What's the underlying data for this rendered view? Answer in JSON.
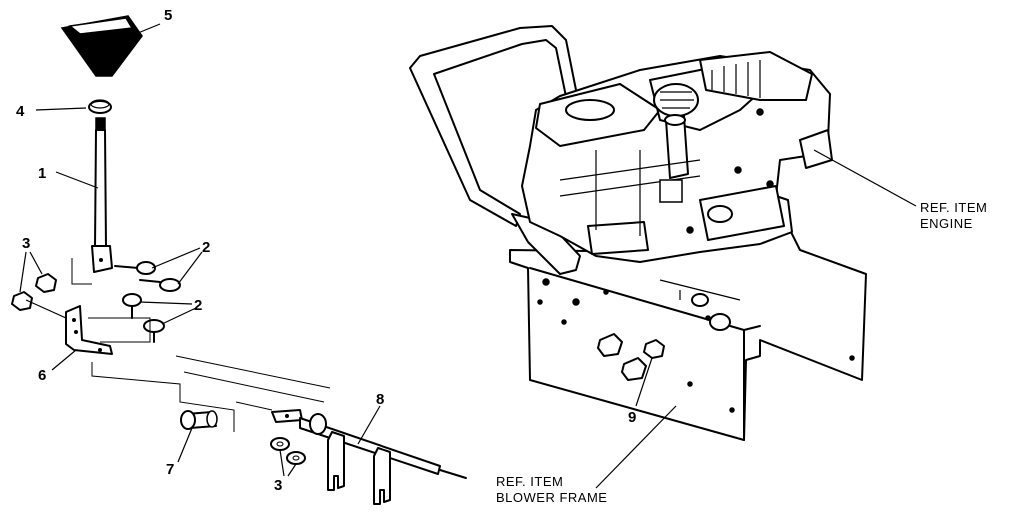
{
  "callouts": {
    "c1": "1",
    "c2a": "2",
    "c2b": "2",
    "c3a": "3",
    "c3b": "3",
    "c4": "4",
    "c5": "5",
    "c6": "6",
    "c7": "7",
    "c8": "8",
    "c9": "9"
  },
  "references": {
    "engine_line1": "REF. ITEM",
    "engine_line2": "ENGINE",
    "frame_line1": "REF. ITEM",
    "frame_line2": "BLOWER FRAME"
  }
}
